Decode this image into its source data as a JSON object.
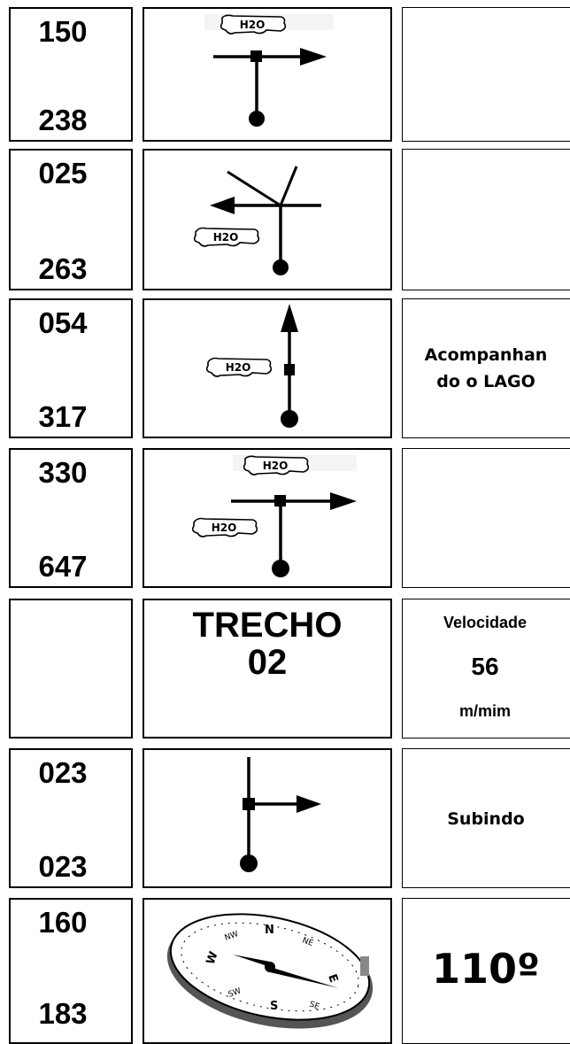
{
  "rows": [
    {
      "top": "150",
      "bottom": "238",
      "note": ""
    },
    {
      "top": "025",
      "bottom": "263",
      "note": ""
    },
    {
      "top": "054",
      "bottom": "317",
      "note_line1": "Acompanhan",
      "note_line2": "do o LAGO"
    },
    {
      "top": "330",
      "bottom": "647",
      "note": ""
    },
    {
      "trecho_word": "TRECHO",
      "trecho_number": "02",
      "speed_label": "Velocidade",
      "speed_value": "56",
      "speed_unit": "m/mim"
    },
    {
      "top": "023",
      "bottom": "023",
      "note": "Subindo"
    },
    {
      "top": "160",
      "bottom": "183",
      "heading": "110º"
    }
  ],
  "icons": {
    "water_label": "H2O",
    "compass_letters": [
      "N",
      "NE",
      "E",
      "S",
      "SE",
      "W",
      "NW",
      "SW"
    ]
  }
}
